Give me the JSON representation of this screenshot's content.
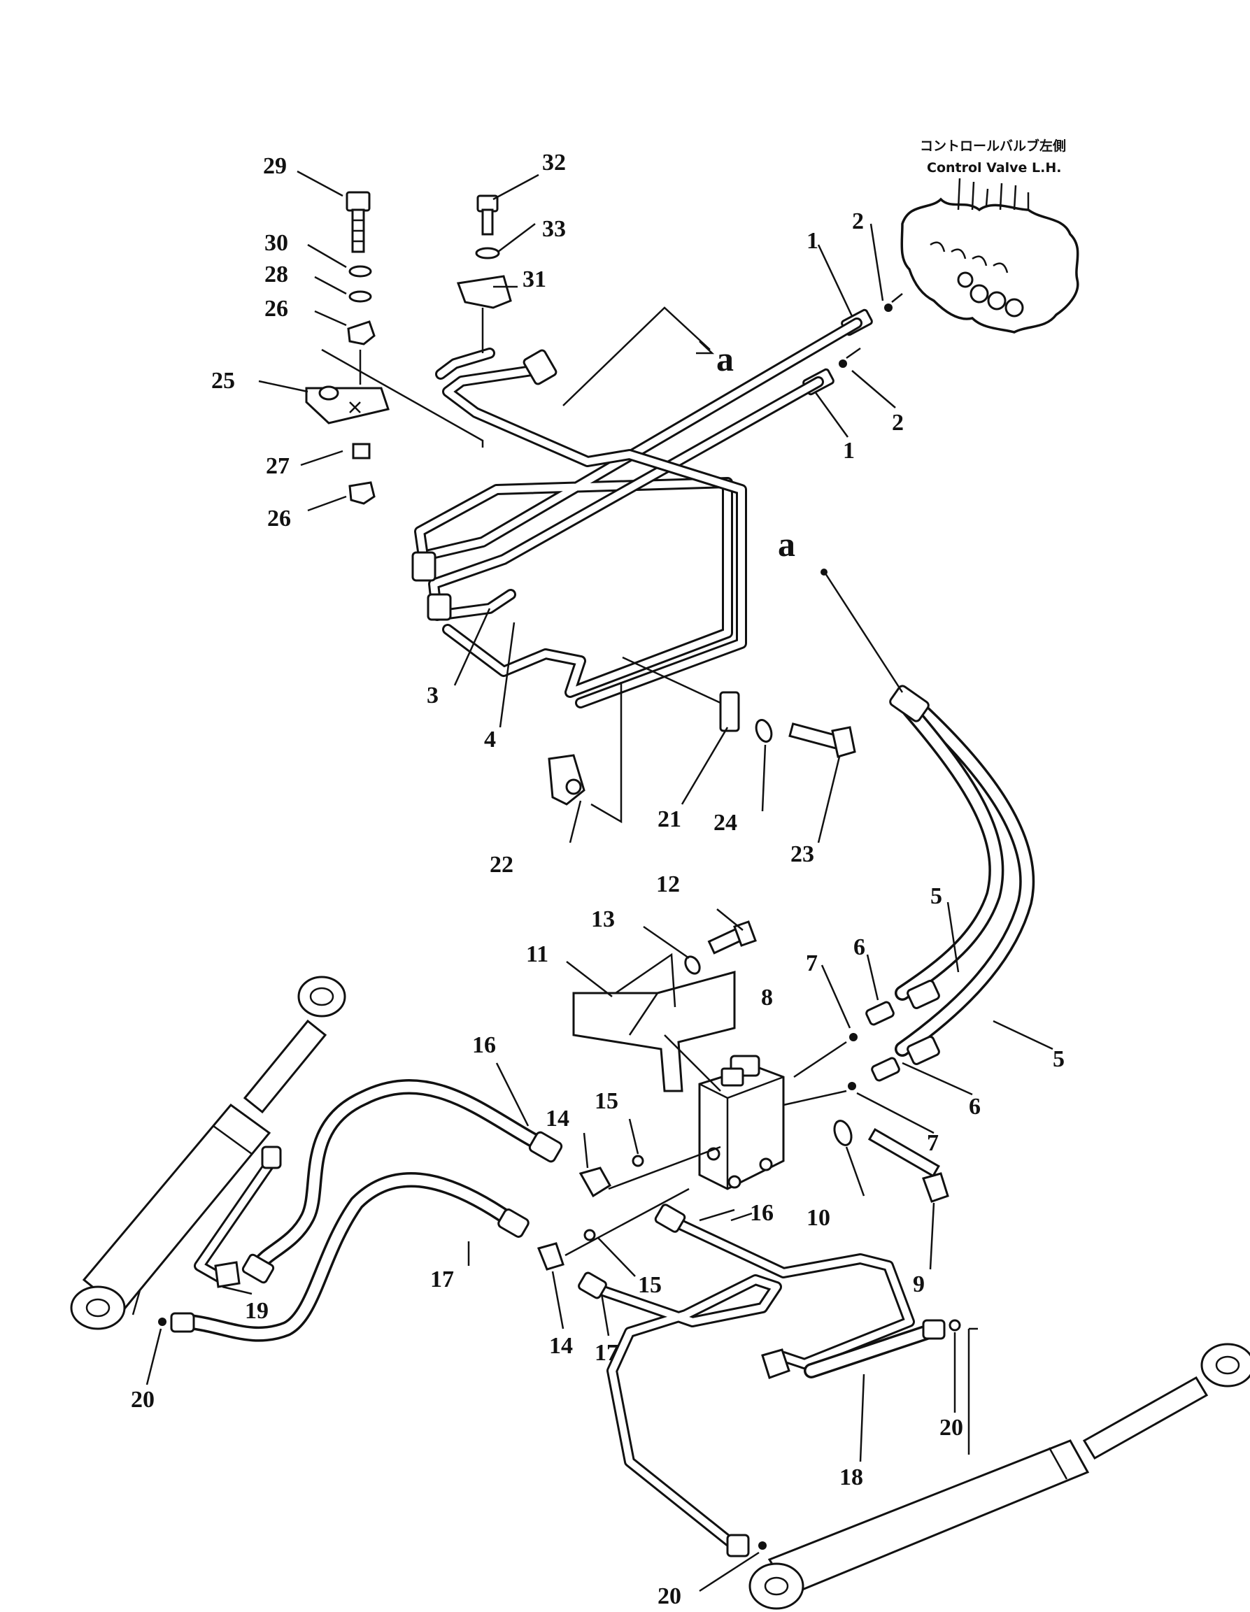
{
  "diagram": {
    "control_valve_note": {
      "jp": "コントロールバルブ左側",
      "en": "Control Valve L.H."
    },
    "view_callouts": [
      "a",
      "a"
    ],
    "part_numbers": [
      "29",
      "32",
      "30",
      "33",
      "28",
      "31",
      "26",
      "25",
      "27",
      "26",
      "1",
      "2",
      "1",
      "2",
      "3",
      "4",
      "21",
      "24",
      "23",
      "22",
      "12",
      "13",
      "11",
      "5",
      "6",
      "7",
      "8",
      "5",
      "6",
      "7",
      "16",
      "15",
      "14",
      "10",
      "9",
      "16",
      "17",
      "15",
      "14",
      "17",
      "19",
      "20",
      "18",
      "20",
      "20"
    ]
  }
}
